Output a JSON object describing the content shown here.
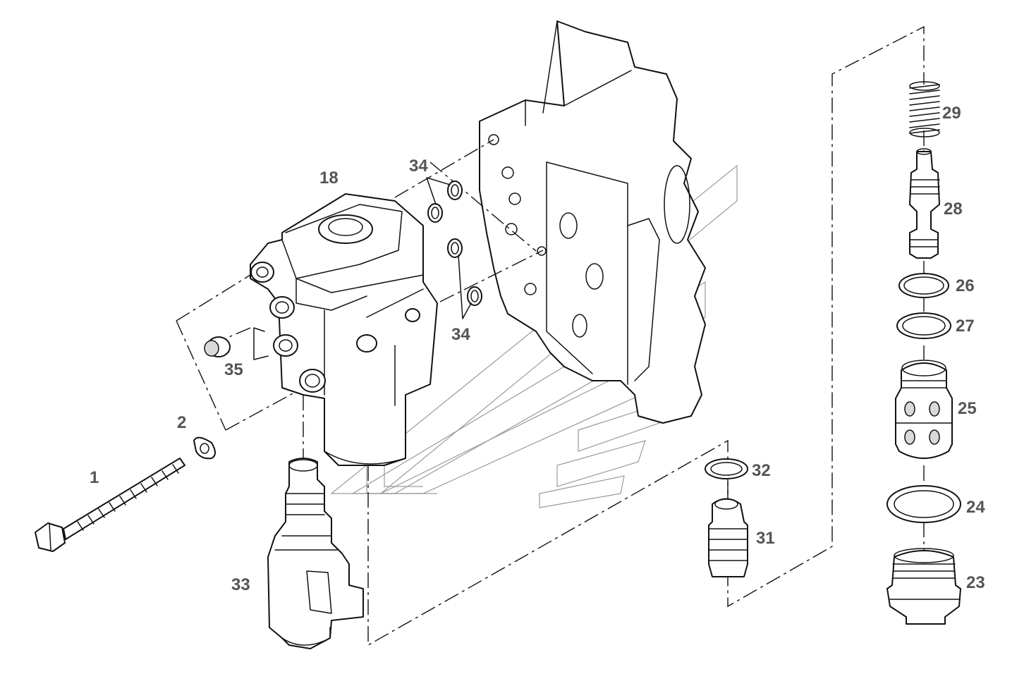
{
  "callouts": {
    "part_1": "1",
    "part_2": "2",
    "part_18": "18",
    "part_23": "23",
    "part_24": "24",
    "part_25": "25",
    "part_26": "26",
    "part_27": "27",
    "part_28": "28",
    "part_29": "29",
    "part_31": "31",
    "part_32": "32",
    "part_33": "33",
    "part_34_upper": "34",
    "part_34_lower": "34",
    "part_35": "35"
  }
}
